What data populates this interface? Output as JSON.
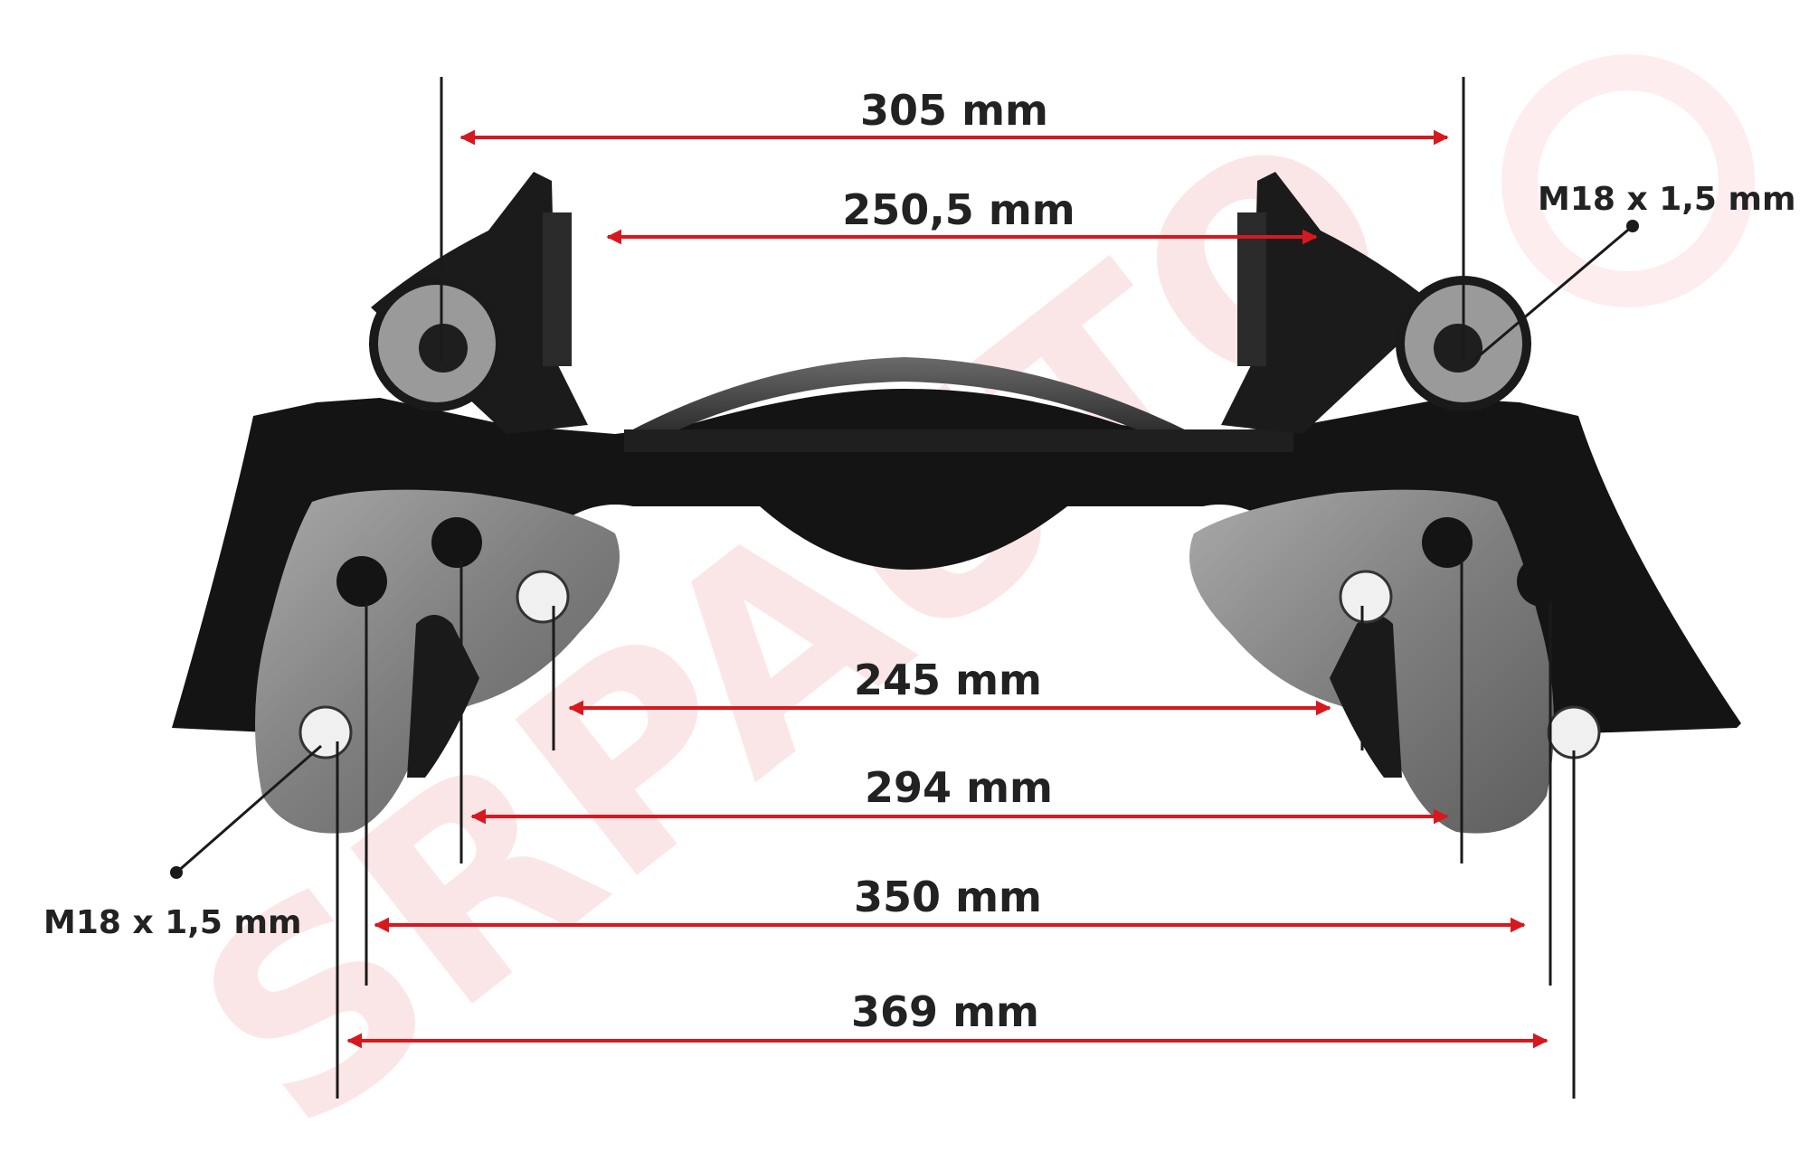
{
  "colors": {
    "arrow": "#d7191f",
    "line": "#1a1a1a",
    "text": "#222222",
    "watermark": "#e01b22",
    "part_dark": "#141414",
    "part_machined": "#8c8c8c"
  },
  "dimensions": {
    "d305": "305 mm",
    "d250_5": "250,5 mm",
    "d245": "245 mm",
    "d294": "294 mm",
    "d350": "350 mm",
    "d369": "369 mm"
  },
  "threads": {
    "top_right": "M18 x 1,5 mm",
    "bottom_left": "M18 x 1,5 mm"
  },
  "watermark": {
    "text": "SRPAUTO"
  }
}
